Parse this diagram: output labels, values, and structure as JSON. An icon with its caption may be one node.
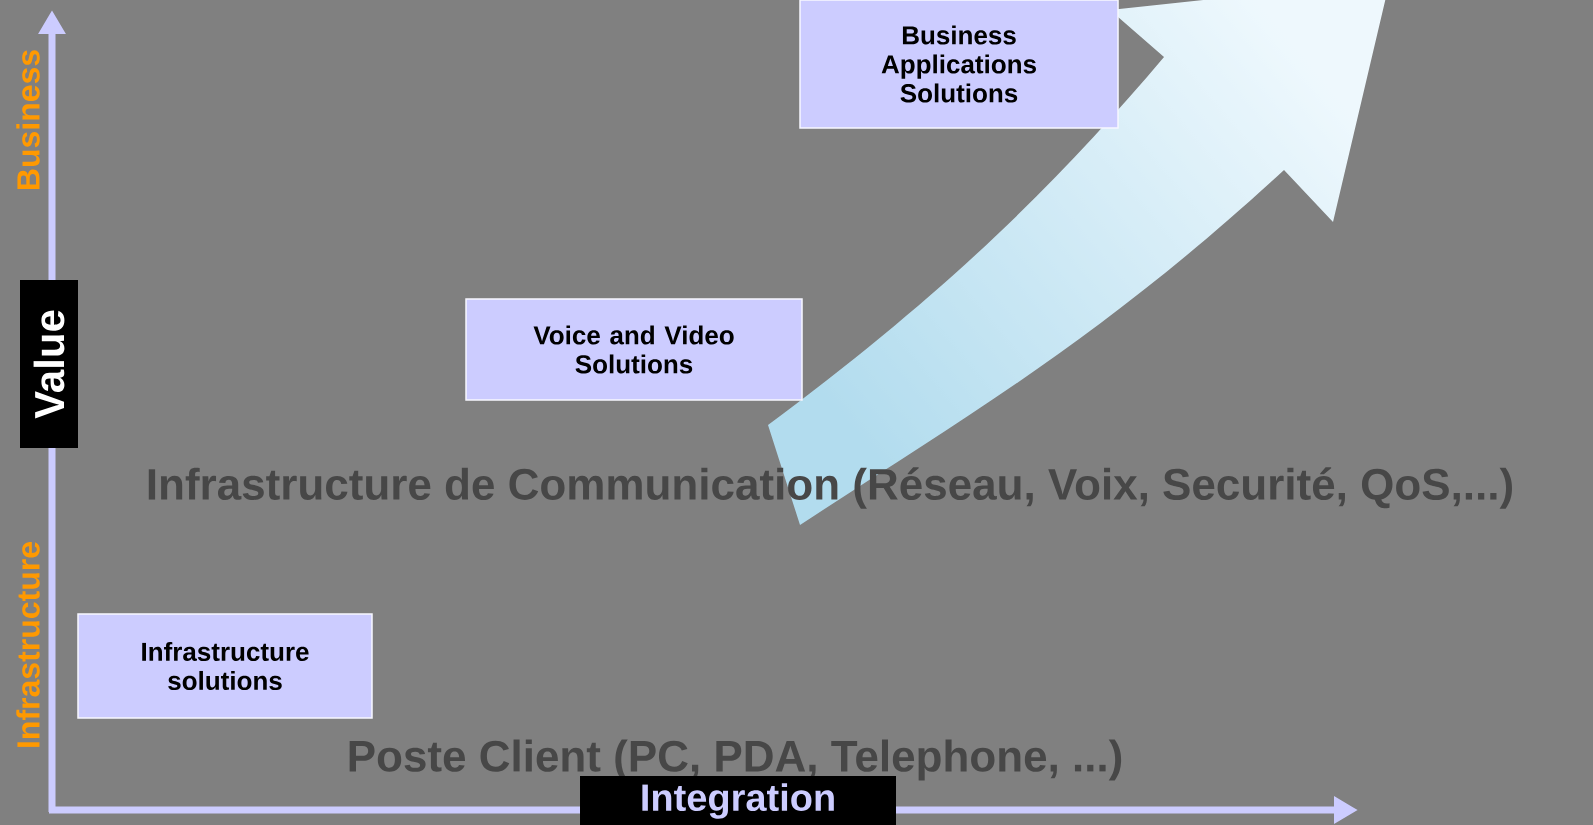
{
  "diagram": {
    "nodes": [
      {
        "text": [
          "Business Applications Solutions"
        ]
      },
      {
        "text": [
          "Voice and Video Solutions"
        ]
      },
      {
        "text": [
          "Infrastructure solutions"
        ]
      }
    ],
    "labels": [
      "Business",
      "Value",
      "Infrastructure",
      "Integration",
      "Infrastructure de Communication (Réseau, Voix, Securité, QoS,...)",
      "Poste Client (PC, PDA, Telephone, ...)"
    ]
  }
}
